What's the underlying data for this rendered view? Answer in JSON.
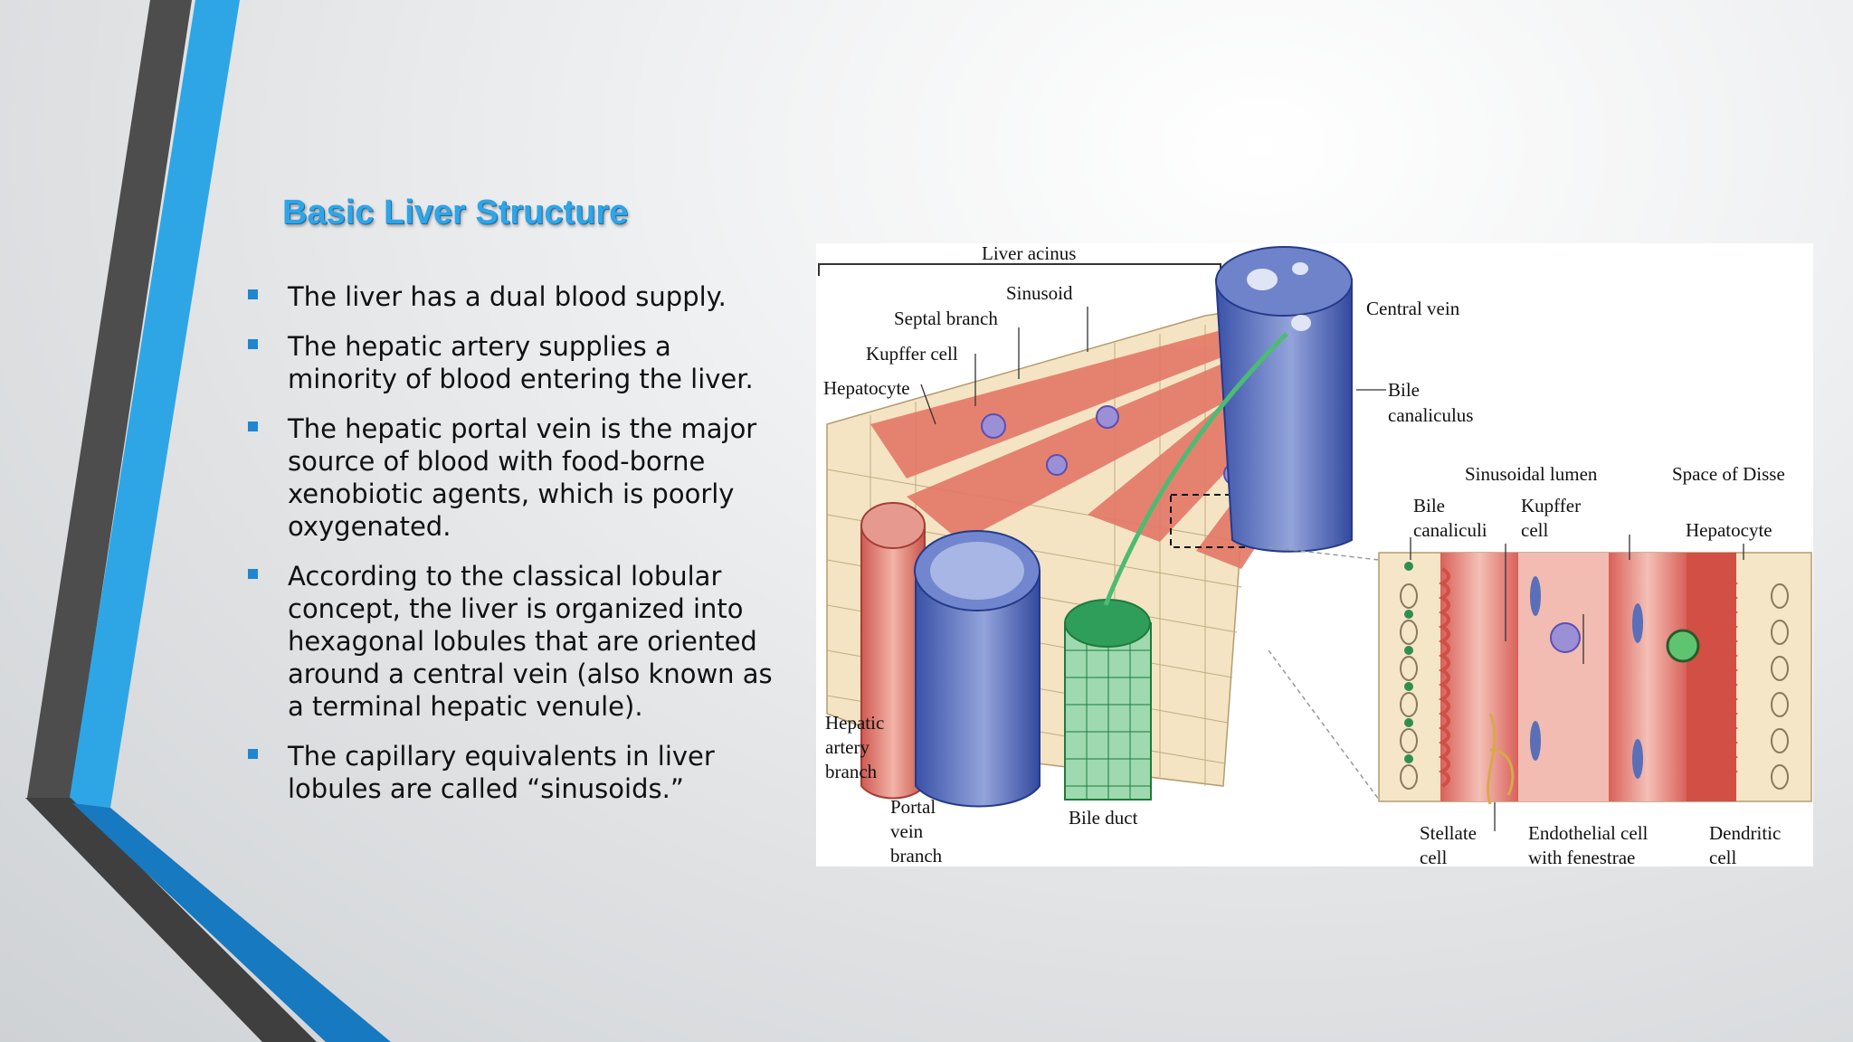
{
  "slide": {
    "title": "Basic Liver Structure",
    "accent_color": "#2fa4e7",
    "bullet_color": "#1f86d1",
    "bullets": [
      "The liver has a dual blood supply.",
      "The hepatic artery supplies a minority of blood entering the liver.",
      "The hepatic portal vein is the major source of blood with food-borne xenobiotic agents, which is poorly oxygenated.",
      "According to the classical lobular concept, the liver is organized into hexagonal lobules that are oriented around a central vein (also known as a terminal hepatic venule).",
      "The capillary equivalents in liver lobules are called “sinusoids.”"
    ]
  },
  "figure": {
    "labels": {
      "liver_acinus": "Liver acinus",
      "sinusoid": "Sinusoid",
      "central_vein": "Central vein",
      "septal_branch": "Septal branch",
      "kupffer_cell": "Kupffer cell",
      "hepatocyte": "Hepatocyte",
      "bile_canaliculus_1": "Bile",
      "bile_canaliculus_2": "canaliculus",
      "sinusoidal_lumen": "Sinusoidal lumen",
      "space_of_disse": "Space of Disse",
      "bile_canaliculi_1": "Bile",
      "bile_canaliculi_2": "canaliculi",
      "kupffer_1": "Kupffer",
      "kupffer_2": "cell",
      "hepatocyte_right": "Hepatocyte",
      "hepatic_artery_1": "Hepatic",
      "hepatic_artery_2": "artery",
      "hepatic_artery_3": "branch",
      "portal_vein_1": "Portal",
      "portal_vein_2": "vein",
      "portal_vein_3": "branch",
      "bile_duct": "Bile duct",
      "stellate_1": "Stellate",
      "stellate_2": "cell",
      "endothelial_1": "Endothelial cell",
      "endothelial_2": "with fenestrae",
      "dendritic_1": "Dendritic",
      "dendritic_2": "cell"
    }
  }
}
